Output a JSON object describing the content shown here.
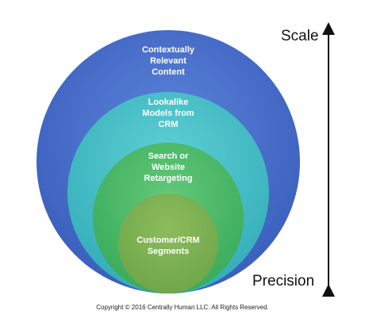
{
  "diagram": {
    "circles": [
      {
        "name": "outer",
        "lines": [
          "Contextually",
          "Relevant",
          "Content"
        ],
        "color": "#4a6fc9"
      },
      {
        "name": "second",
        "lines": [
          "Lookalike",
          "Models from",
          "CRM"
        ],
        "color": "#44bcc6"
      },
      {
        "name": "third",
        "lines": [
          "Search or",
          "Website",
          "Retargeting"
        ],
        "color": "#4db86a"
      },
      {
        "name": "inner",
        "lines": [
          "Customer/CRM",
          "Segments"
        ],
        "color": "#7eb352"
      }
    ],
    "axis": {
      "top_label": "Scale",
      "bottom_label": "Precision",
      "arrow": "double-headed-vertical"
    }
  },
  "footer": {
    "copyright": "Copyright © 2016 Centrally Human LLC. All Rights Reserved."
  }
}
